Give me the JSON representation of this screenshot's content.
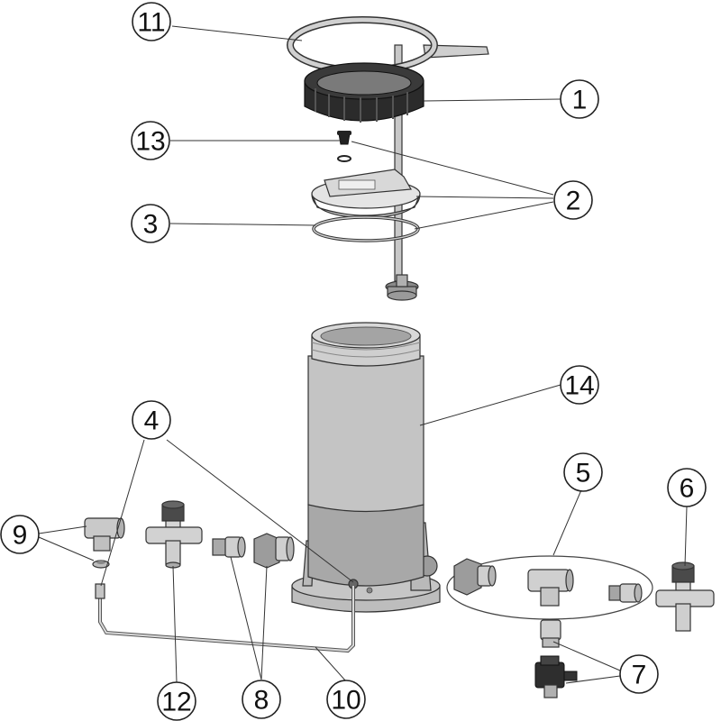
{
  "diagram": {
    "colors": {
      "part_fill": "#bfbfbf",
      "part_light": "#d9d9d9",
      "part_dark": "#2b2b2b",
      "outline": "#333333",
      "background": "#ffffff"
    },
    "callouts": [
      {
        "id": "c11",
        "label": "11"
      },
      {
        "id": "c1",
        "label": "1"
      },
      {
        "id": "c13",
        "label": "13"
      },
      {
        "id": "c2",
        "label": "2"
      },
      {
        "id": "c3",
        "label": "3"
      },
      {
        "id": "c14",
        "label": "14"
      },
      {
        "id": "c4",
        "label": "4"
      },
      {
        "id": "c5",
        "label": "5"
      },
      {
        "id": "c6",
        "label": "6"
      },
      {
        "id": "c9",
        "label": "9"
      },
      {
        "id": "c7",
        "label": "7"
      },
      {
        "id": "c12",
        "label": "12"
      },
      {
        "id": "c8",
        "label": "8"
      },
      {
        "id": "c10",
        "label": "10"
      }
    ]
  }
}
